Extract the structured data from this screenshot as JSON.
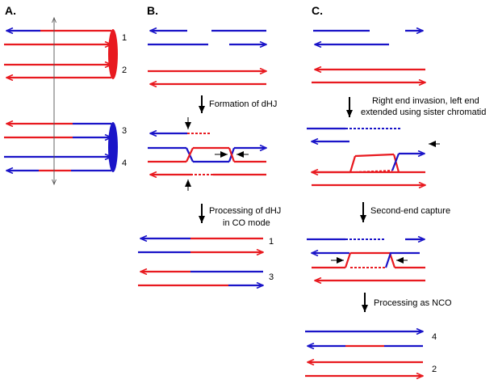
{
  "colors": {
    "red": "#e8191f",
    "blue": "#1a14c8",
    "black": "#000000"
  },
  "panels": {
    "a": "A.",
    "b": "B.",
    "c": "C."
  },
  "panel_a": {
    "numbers": [
      "1",
      "2",
      "3",
      "4"
    ]
  },
  "panel_b": {
    "step1": "Formation of dHJ",
    "step2_line1": "Processing of dHJ",
    "step2_line2": "in CO mode",
    "numbers": [
      "1",
      "3"
    ]
  },
  "panel_c": {
    "step1_line1": "Right end invasion, left end",
    "step1_line2": "extended using sister chromatid",
    "step2": "Second-end capture",
    "step3": "Processing as NCO",
    "numbers": [
      "4",
      "2"
    ]
  }
}
